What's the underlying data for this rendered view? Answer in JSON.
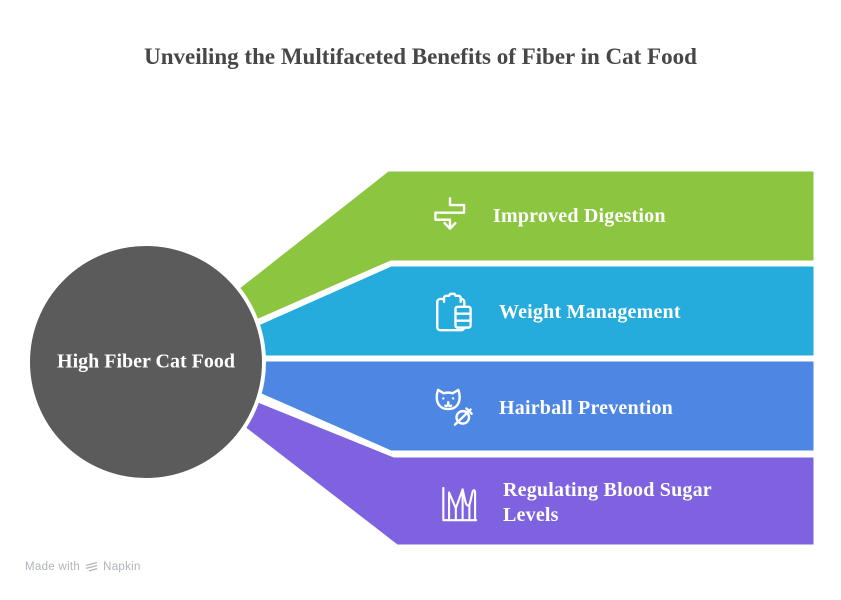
{
  "title": "Unveiling the Multifaceted Benefits of Fiber in Cat Food",
  "hub": {
    "label": "High Fiber Cat Food",
    "color": "#5b5b5b"
  },
  "rows": [
    {
      "label": "Improved Digestion",
      "color": "#8cc540",
      "icon": "digestion-flow-icon"
    },
    {
      "label": "Weight Management",
      "color": "#25abdc",
      "icon": "clipboard-checklist-icon"
    },
    {
      "label": "Hairball Prevention",
      "color": "#4e86e3",
      "icon": "cat-no-hairball-icon"
    },
    {
      "label": "Regulating Blood Sugar Levels",
      "color": "#7f62e0",
      "icon": "fluctuating-chart-icon"
    }
  ],
  "footer": {
    "prefix": "Made with",
    "brand": "Napkin"
  }
}
